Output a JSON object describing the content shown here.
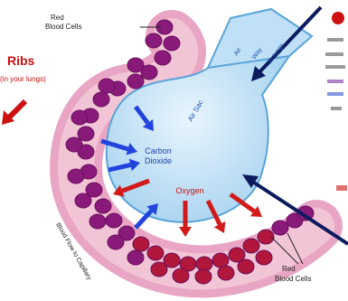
{
  "labels": {
    "red_blood_cells_top": [
      "Red",
      "Blood Cells"
    ],
    "red_blood_cells_bottom": [
      "Red",
      "Blood Cells"
    ],
    "ribs": "Ribs",
    "lungs": "(in your lungs)",
    "carbon_dioxide": [
      "Carbon",
      "Dioxide"
    ],
    "oxygen": "Oxygen",
    "air_sac": "Air Sac",
    "capillary_bottom": "Blood Flow to Capillary",
    "air_duct_top": "Air",
    "air_duct_bottom": "Way",
    "air_duct_right": "to lungs"
  },
  "colors": {
    "vessel_outer": "#e9a6c4",
    "vessel_inner": "#f2c5d6",
    "cell": "#8a1a7a",
    "cell_dark": "#6a0f5e",
    "cell_lower": "#b0173a",
    "alveolus": "#b9def5",
    "alveolus_edge": "#5aa4d8",
    "arrow_blue": "#2244dd",
    "arrow_red": "#d11a1a",
    "arrow_navy": "#0b1a5e",
    "label_red": "#cc1111",
    "label_purple": "#7a2ea8"
  }
}
